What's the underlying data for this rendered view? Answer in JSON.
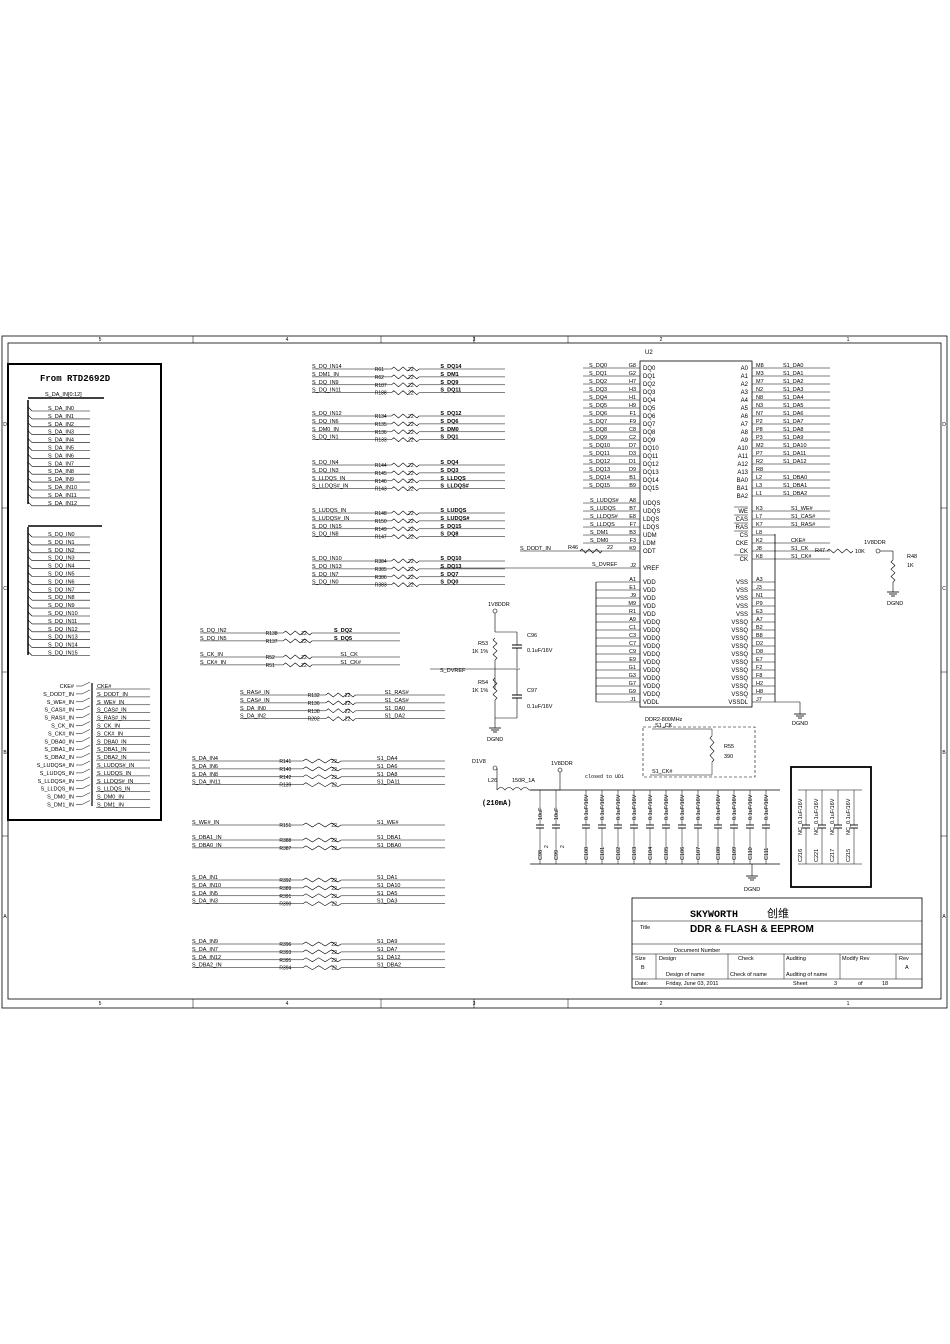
{
  "frame": {
    "col_markers": [
      "5",
      "4",
      "3",
      "2",
      "1"
    ],
    "row_markers": [
      "D",
      "C",
      "B",
      "A"
    ]
  },
  "source_block": {
    "title": "From RTD2692D",
    "bus_label": "S_DA_IN[0:12]",
    "da_nets": [
      "S_DA_IN0",
      "S_DA_IN1",
      "S_DA_IN2",
      "S_DA_IN3",
      "S_DA_IN4",
      "S_DA_IN5",
      "S_DA_IN6",
      "S_DA_IN7",
      "S_DA_IN8",
      "S_DA_IN9",
      "S_DA_IN10",
      "S_DA_IN11",
      "S_DA_IN12"
    ],
    "dq_nets": [
      "S_DQ_IN0",
      "S_DQ_IN1",
      "S_DQ_IN2",
      "S_DQ_IN3",
      "S_DQ_IN4",
      "S_DQ_IN5",
      "S_DQ_IN6",
      "S_DQ_IN7",
      "S_DQ_IN8",
      "S_DQ_IN9",
      "S_DQ_IN10",
      "S_DQ_IN11",
      "S_DQ_IN12",
      "S_DQ_IN13",
      "S_DQ_IN14",
      "S_DQ_IN15"
    ],
    "ctrl_in": [
      "CKE#",
      "S_DODT_IN",
      "S_WE#_IN",
      "S_CAS#_IN",
      "S_RAS#_IN",
      "S_CK_IN",
      "S_CK#_IN",
      "S_DBA0_IN",
      "S_DBA1_IN",
      "S_DBA2_IN",
      "S_LUDQS#_IN",
      "S_LUDQS_IN",
      "S_LLDQS#_IN",
      "S_LLDQS_IN",
      "S_DM0_IN",
      "S_DM1_IN"
    ],
    "ctrl_out": [
      "CKE#",
      "S_DODT_IN",
      "S_WE#_IN",
      "S_CAS#_IN",
      "S_RAS#_IN",
      "S_CK_IN",
      "S_CK#_IN",
      "S_DBA0_IN",
      "S_DBA1_IN",
      "S_DBA2_IN",
      "S_LUDQS#_IN",
      "S_LUDQS_IN",
      "S_LLDQS#_IN",
      "S_LLDQS_IN",
      "S_DM0_IN",
      "S_DM1_IN"
    ]
  },
  "res_groups": [
    [
      [
        "S_DQ_IN14",
        "R61",
        "22",
        "S_DQ14"
      ],
      [
        "S_DM1_IN",
        "R62",
        "22",
        "S_DM1"
      ],
      [
        "S_DQ_IN9",
        "R187",
        "22",
        "S_DQ9"
      ],
      [
        "S_DQ_IN11",
        "R188",
        "22",
        "S_DQ11"
      ]
    ],
    [
      [
        "S_DQ_IN12",
        "R134",
        "22",
        "S_DQ12"
      ],
      [
        "S_DQ_IN6",
        "R135",
        "22",
        "S_DQ6"
      ],
      [
        "S_DM0_IN",
        "R136",
        "22",
        "S_DM0"
      ],
      [
        "S_DQ_IN1",
        "R133",
        "22",
        "S_DQ1"
      ]
    ],
    [
      [
        "S_DQ_IN4",
        "R144",
        "22",
        "S_DQ4"
      ],
      [
        "S_DQ_IN3",
        "R145",
        "22",
        "S_DQ3"
      ],
      [
        "S_LLDQS_IN",
        "R146",
        "22",
        "S_LLDQS"
      ],
      [
        "S_LLDQS#_IN",
        "R143",
        "22",
        "S_LLDQS#"
      ]
    ],
    [
      [
        "S_LUDQS_IN",
        "R148",
        "22",
        "S_LUDQS"
      ],
      [
        "S_LUDQS#_IN",
        "R150",
        "22",
        "S_LUDQS#"
      ],
      [
        "S_DQ_IN15",
        "R149",
        "22",
        "S_DQ15"
      ],
      [
        "S_DQ_IN8",
        "R147",
        "22",
        "S_DQ8"
      ]
    ],
    [
      [
        "S_DQ_IN10",
        "R384",
        "22",
        "S_DQ10"
      ],
      [
        "S_DQ_IN13",
        "R385",
        "22",
        "S_DQ13"
      ],
      [
        "S_DQ_IN7",
        "R386",
        "22",
        "S_DQ7"
      ],
      [
        "S_DQ_IN0",
        "R383",
        "22",
        "S_DQ0"
      ]
    ],
    [
      [
        "S_DQ_IN2",
        "R138",
        "22",
        "S_DQ2"
      ],
      [
        "S_DQ_IN5",
        "R137",
        "22",
        "S_DQ5"
      ]
    ],
    [
      [
        "S_CK_IN",
        "R52",
        "22",
        "S1_CK"
      ],
      [
        "S_CK#_IN",
        "R51",
        "22",
        "S1_CK#"
      ]
    ],
    [
      [
        "S_RAS#_IN",
        "R132",
        "22",
        "S1_RAS#"
      ],
      [
        "S_CAS#_IN",
        "R136",
        "22",
        "S1_CAS#"
      ],
      [
        "S_DA_IN0",
        "R138",
        "22",
        "S1_DA0"
      ],
      [
        "S_DA_IN2",
        "R202",
        "22",
        "S1_DA2"
      ]
    ],
    [
      [
        "S_DA_IN4",
        "R141",
        "22",
        "S1_DA4"
      ],
      [
        "S_DA_IN6",
        "R140",
        "22",
        "S1_DA6"
      ],
      [
        "S_DA_IN8",
        "R142",
        "22",
        "S1_DA8"
      ],
      [
        "S_DA_IN11",
        "R139",
        "22",
        "S1_DA11"
      ]
    ],
    [
      [
        "S_WE#_IN",
        "R151",
        "22",
        "S1_WE#"
      ]
    ],
    [
      [
        "S_DBA1_IN",
        "R388",
        "22",
        "S1_DBA1"
      ],
      [
        "S_DBA0_IN",
        "R387",
        "22",
        "S1_DBA0"
      ]
    ],
    [
      [
        "S_DA_IN1",
        "R392",
        "22",
        "S1_DA1"
      ],
      [
        "S_DA_IN10",
        "R389",
        "22",
        "S1_DA10"
      ],
      [
        "S_DA_IN5",
        "R391",
        "22",
        "S1_DA5"
      ],
      [
        "S_DA_IN3",
        "R390",
        "22",
        "S1_DA3"
      ]
    ],
    [
      [
        "S_DA_IN9",
        "R396",
        "22",
        "S1_DA9"
      ],
      [
        "S_DA_IN7",
        "R393",
        "22",
        "S1_DA7"
      ],
      [
        "S_DA_IN12",
        "R395",
        "22",
        "S1_DA12"
      ],
      [
        "S_DBA2_IN",
        "R394",
        "22",
        "S1_DBA2"
      ]
    ]
  ],
  "ddr_chip": {
    "ref": "U2",
    "part": "DDR2-800MHz",
    "left_a": [
      [
        "S_DQ0",
        "G8",
        "DQ0"
      ],
      [
        "S_DQ1",
        "G2",
        "DQ1"
      ],
      [
        "S_DQ2",
        "H7",
        "DQ2"
      ],
      [
        "S_DQ3",
        "H3",
        "DQ3"
      ],
      [
        "S_DQ4",
        "H1",
        "DQ4"
      ],
      [
        "S_DQ5",
        "H9",
        "DQ5"
      ],
      [
        "S_DQ6",
        "F1",
        "DQ6"
      ],
      [
        "S_DQ7",
        "F9",
        "DQ7"
      ],
      [
        "S_DQ8",
        "C8",
        "DQ8"
      ],
      [
        "S_DQ9",
        "C2",
        "DQ9"
      ],
      [
        "S_DQ10",
        "D7",
        "DQ10"
      ],
      [
        "S_DQ11",
        "D3",
        "DQ11"
      ],
      [
        "S_DQ12",
        "D1",
        "DQ12"
      ],
      [
        "S_DQ13",
        "D9",
        "DQ13"
      ],
      [
        "S_DQ14",
        "B1",
        "DQ14"
      ],
      [
        "S_DQ15",
        "B9",
        "DQ15"
      ]
    ],
    "left_b": [
      [
        "S_LUDQS#",
        "A8",
        "UDQS"
      ],
      [
        "S_LUDQS",
        "B7",
        "UDQS"
      ],
      [
        "S_LLDQS#",
        "E8",
        "LDQS"
      ],
      [
        "S_LLDQS",
        "F7",
        "LDQS"
      ],
      [
        "S_DM1",
        "B3",
        "UDM"
      ],
      [
        "S_DM0",
        "F3",
        "LDM"
      ],
      [
        "S_DODT_IN",
        "K9",
        "ODT"
      ]
    ],
    "vref": [
      "S_DVREF",
      "J2",
      "VREF"
    ],
    "left_pwr": [
      [
        "A1",
        "VDD"
      ],
      [
        "E1",
        "VDD"
      ],
      [
        "J9",
        "VDD"
      ],
      [
        "M9",
        "VDD"
      ],
      [
        "R1",
        "VDD"
      ],
      [
        "A9",
        "VDDQ"
      ],
      [
        "C1",
        "VDDQ"
      ],
      [
        "C3",
        "VDDQ"
      ],
      [
        "C7",
        "VDDQ"
      ],
      [
        "C9",
        "VDDQ"
      ],
      [
        "E9",
        "VDDQ"
      ],
      [
        "G1",
        "VDDQ"
      ],
      [
        "G3",
        "VDDQ"
      ],
      [
        "G7",
        "VDDQ"
      ],
      [
        "G9",
        "VDDQ"
      ],
      [
        "J1",
        "VDDL"
      ]
    ],
    "right_a": [
      [
        "A0",
        "M8",
        "S1_DA0"
      ],
      [
        "A1",
        "M3",
        "S1_DA1"
      ],
      [
        "A2",
        "M7",
        "S1_DA2"
      ],
      [
        "A3",
        "N2",
        "S1_DA3"
      ],
      [
        "A4",
        "N8",
        "S1_DA4"
      ],
      [
        "A5",
        "N3",
        "S1_DA5"
      ],
      [
        "A6",
        "N7",
        "S1_DA6"
      ],
      [
        "A7",
        "P2",
        "S1_DA7"
      ],
      [
        "A8",
        "P8",
        "S1_DA8"
      ],
      [
        "A9",
        "P3",
        "S1_DA9"
      ],
      [
        "A10",
        "M2",
        "S1_DA10"
      ],
      [
        "A11",
        "P7",
        "S1_DA11"
      ],
      [
        "A12",
        "R2",
        "S1_DA12"
      ],
      [
        "A13",
        "R8",
        ""
      ],
      [
        "BA0",
        "L2",
        "S1_DBA0"
      ],
      [
        "BA1",
        "L3",
        "S1_DBA1"
      ],
      [
        "BA2",
        "L1",
        "S1_DBA2"
      ]
    ],
    "right_b": [
      [
        "WE",
        "K3",
        "S1_WE#"
      ],
      [
        "CAS",
        "L7",
        "S1_CAS#"
      ],
      [
        "RAS",
        "K7",
        "S1_RAS#"
      ],
      [
        "CS",
        "L8",
        ""
      ],
      [
        "CKE",
        "K2",
        "CKE#"
      ],
      [
        "CK",
        "J8",
        "S1_CK"
      ],
      [
        "CK",
        "K8",
        "S1_CK#"
      ]
    ],
    "right_pwr": [
      [
        "A3",
        "VSS"
      ],
      [
        "J3",
        "VSS"
      ],
      [
        "N1",
        "VSS"
      ],
      [
        "P9",
        "VSS"
      ],
      [
        "E3",
        "VSS"
      ],
      [
        "A7",
        "VSSQ"
      ],
      [
        "B2",
        "VSSQ"
      ],
      [
        "B8",
        "VSSQ"
      ],
      [
        "D2",
        "VSSQ"
      ],
      [
        "D8",
        "VSSQ"
      ],
      [
        "E7",
        "VSSQ"
      ],
      [
        "F2",
        "VSSQ"
      ],
      [
        "F8",
        "VSSQ"
      ],
      [
        "H2",
        "VSSQ"
      ],
      [
        "H8",
        "VSSQ"
      ],
      [
        "J7",
        "VSSDL"
      ]
    ]
  },
  "misc": {
    "vref_net_left": "S_DVREF",
    "rail_1v8": "1V8DDR",
    "rail_d1v8": "D1V8",
    "gnd": "DGND",
    "r53": [
      "R53",
      "1K 1%"
    ],
    "r54": [
      "R54",
      "1K 1%"
    ],
    "c96": [
      "C96",
      "0.1uF/16V"
    ],
    "c97": [
      "C97",
      "0.1uF/16V"
    ],
    "r46": [
      "R46",
      "22"
    ],
    "r47": [
      "R47",
      "10K"
    ],
    "r48": [
      "R48",
      "1K"
    ],
    "r55": [
      "R55",
      "390"
    ],
    "r55_nets": [
      "S1_CK",
      "S1_CK#"
    ],
    "l26": [
      "L26",
      "150R_1A"
    ],
    "current": "(210mA)",
    "note_close": "closed to UD1",
    "caps": [
      [
        "C98",
        "10uF"
      ],
      [
        "C99",
        "10uF"
      ],
      [
        "C100",
        "0.1uF/16V"
      ],
      [
        "C101",
        "0.1uF/16V"
      ],
      [
        "C102",
        "0.1uF/16V"
      ],
      [
        "C103",
        "0.1uF/16V"
      ],
      [
        "C104",
        "0.1uF/16V"
      ],
      [
        "C105",
        "0.1uF/16V"
      ],
      [
        "C106",
        "0.1uF/16V"
      ],
      [
        "C107",
        "0.1uF/16V"
      ],
      [
        "C108",
        "0.1uF/16V"
      ],
      [
        "C109",
        "0.1uF/16V"
      ],
      [
        "C110",
        "0.1uF/16V"
      ],
      [
        "C111",
        "0.1uF/16V"
      ]
    ],
    "nc_caps": [
      [
        "C216",
        "NC_0.1uF/16V"
      ],
      [
        "C221",
        "NC_0.1uF/16V"
      ],
      [
        "C217",
        "NC_0.1uF/16V"
      ],
      [
        "C215",
        "NC_0.1uF/16V"
      ]
    ],
    "cap_pin2": "2"
  },
  "title_block": {
    "company": "SKYWORTH",
    "company_cn": "创维",
    "title_label": "Title",
    "title": "DDR & FLASH & EEPROM",
    "docnum_label": "Document Number",
    "size_label": "Size",
    "size": "B",
    "design": "Design",
    "check": "Check",
    "auditing": "Auditing",
    "modify_rev": "Modify Rev",
    "rev_label": "Rev",
    "rev": "A",
    "design_name": "Design of name",
    "check_name": "Check  of  name",
    "auditing_name": "Auditing of name",
    "date_label": "Date:",
    "date": "Friday, June 03, 2011",
    "sheet_label": "Sheet",
    "sheet": "3",
    "of_label": "of",
    "total": "18"
  }
}
